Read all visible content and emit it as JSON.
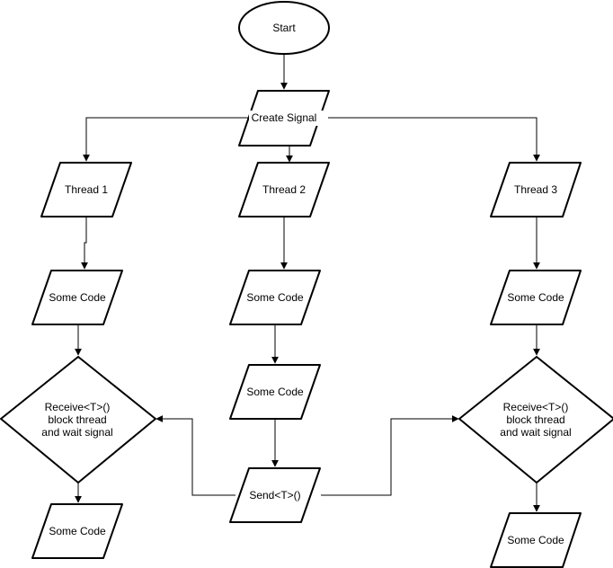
{
  "flowchart": {
    "start": "Start",
    "create_signal": "Create Signal",
    "thread_1": "Thread 1",
    "thread_2": "Thread 2",
    "thread_3": "Thread 3",
    "left_code_1": "Some Code",
    "middle_code_1": "Some Code",
    "middle_code_2": "Some Code",
    "right_code_1": "Some Code",
    "left_receive": [
      "Receive<T>()",
      "block thread",
      "and wait signal"
    ],
    "right_receive": [
      "Receive<T>()",
      "block thread",
      "and wait signal"
    ],
    "send": "Send<T>()",
    "left_code_2": "Some Code",
    "right_code_2": "Some Code"
  },
  "colors": {
    "stroke": "#000000",
    "fill": "#ffffff",
    "text": "#000000"
  }
}
